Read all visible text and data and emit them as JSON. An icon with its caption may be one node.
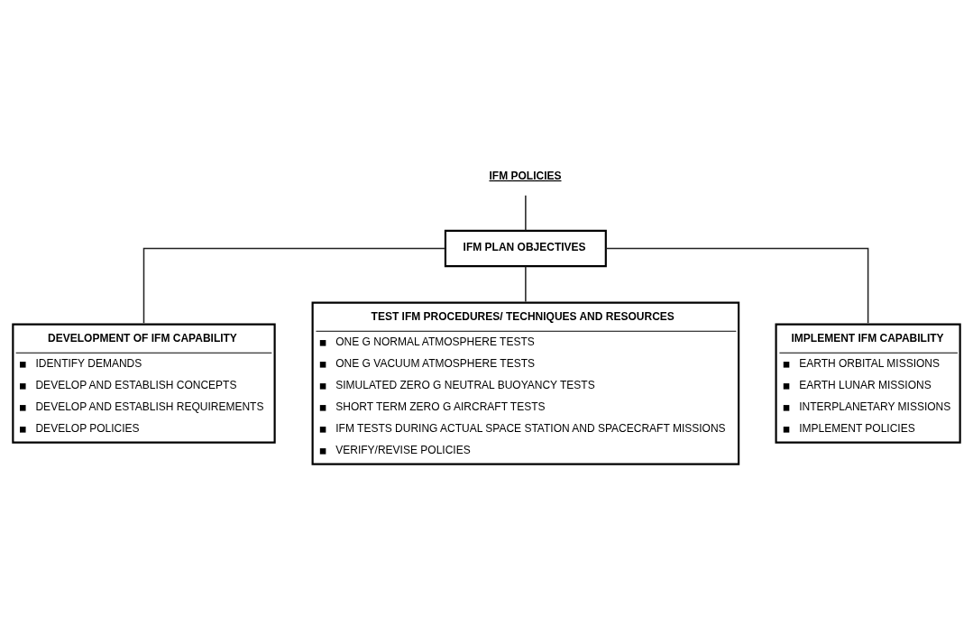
{
  "diagram": {
    "nodes": [
      {
        "text": [
          "IFM POLICIES"
        ]
      },
      {
        "text": [
          "IFM PLAN OBJECTIVES"
        ]
      },
      {
        "text": [
          "DEVELOPMENT OF IFM CAPABILITY",
          "IDENTIFY DEMANDS",
          "DEVELOP AND ESTABLISH CONCEPTS",
          "DEVELOP AND ESTABLISH REQUIREMENTS",
          "DEVELOP POLICIES"
        ]
      },
      {
        "text": [
          "TEST IFM PROCEDURES/ TECHNIQUES AND RESOURCES",
          "ONE G NORMAL ATMOSPHERE TESTS",
          "ONE G VACUUM ATMOSPHERE TESTS",
          "SIMULATED ZERO G NEUTRAL BUOYANCY TESTS",
          "SHORT TERM ZERO G AIRCRAFT TESTS",
          "IFM TESTS DURING ACTUAL SPACE STATION AND SPACECRAFT MISSIONS",
          "VERIFY/REVISE POLICIES"
        ]
      },
      {
        "text": [
          "IMPLEMENT IFM CAPABILITY",
          "EARTH ORBITAL MISSIONS",
          "EARTH LUNAR MISSIONS",
          "INTERPLANETARY MISSIONS",
          "IMPLEMENT POLICIES"
        ]
      }
    ],
    "edges": [
      {
        "from": 0,
        "to": 1,
        "arrow": "none"
      },
      {
        "from": 1,
        "to": 2,
        "arrow": "none"
      },
      {
        "from": 1,
        "to": 3,
        "arrow": "none"
      },
      {
        "from": 1,
        "to": 4,
        "arrow": "none"
      }
    ]
  }
}
